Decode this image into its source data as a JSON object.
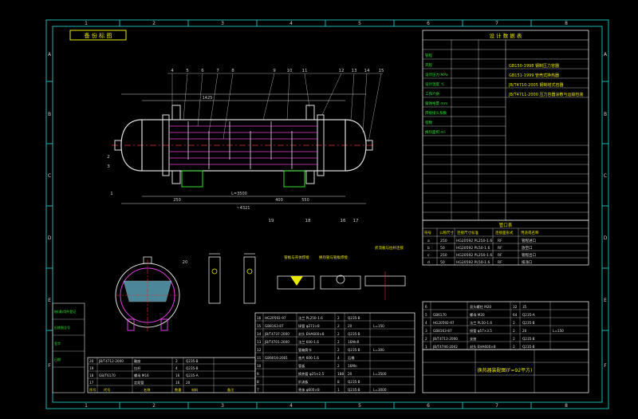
{
  "frame": {
    "col_numbers": [
      "1",
      "2",
      "3",
      "4",
      "5",
      "6",
      "7",
      "8"
    ],
    "row_letters": [
      "A",
      "B",
      "C",
      "D",
      "E",
      "F"
    ]
  },
  "stamp": {
    "text": "备 份 标 图"
  },
  "tech_table": {
    "title": "设 计 数 据 表",
    "rows": [
      "GB150-1998 钢制压力容器",
      "GB151-1999 管壳式换热器",
      "JB/T4710-2005 钢制塔式容器",
      "JB/T4711-2000 压力容器涂敷与运输包装"
    ],
    "label_rows": [
      "管程",
      "壳程",
      "设计压力 MPa",
      "设计温度 ℃",
      "工作介质",
      "腐蚀裕量 mm",
      "焊接接头系数",
      "程数",
      "换热面积 m²"
    ]
  },
  "nozzle_table": {
    "title": "管口表",
    "header": [
      "符号",
      "公称尺寸",
      "连接尺寸标准",
      "连接面形式",
      "用途或名称"
    ],
    "rows": [
      [
        "a",
        "250",
        "HG20592 PL250-1.6",
        "RF",
        "管程进口"
      ],
      [
        "b",
        "50",
        "HG20592 PL50-1.6",
        "RF",
        "放空口"
      ],
      [
        "c",
        "250",
        "HG20592 PL250-1.6",
        "RF",
        "管程出口"
      ],
      [
        "d",
        "50",
        "HG20592 PL50-1.6",
        "RF",
        "排净口"
      ]
    ]
  },
  "title_block": {
    "drawing_name": "换热器装配图(F=92平方)"
  },
  "views": {
    "section_labels": [
      "管板与壳体焊接",
      "换热管与管板焊接",
      "折流板与拉杆连接"
    ],
    "dims": [
      "L=3500",
      "~4321",
      "1425",
      "250",
      "550",
      "400"
    ],
    "callouts": [
      "1",
      "2",
      "3",
      "4",
      "5",
      "6",
      "7",
      "8",
      "9",
      "10",
      "11",
      "12",
      "13",
      "14",
      "15",
      "16",
      "17",
      "18",
      "19",
      "20"
    ]
  },
  "bom_lower": {
    "headers": [
      "序号",
      "代号",
      "名称",
      "数量",
      "材料",
      "备注"
    ],
    "rows": [
      [
        "20",
        "JB/T4712-2000",
        "鞍座",
        "2",
        "Q235-B",
        ""
      ],
      [
        "19",
        "",
        "拉杆",
        "4",
        "Q235-B",
        ""
      ],
      [
        "18",
        "GB/T6170",
        "螺母 M16",
        "16",
        "Q235-A",
        ""
      ],
      [
        "17",
        "",
        "定距管",
        "16",
        "20",
        ""
      ]
    ]
  },
  "bom_mid": {
    "rows": [
      [
        "16",
        "HG20592-97",
        "法兰 PL250-1.6",
        "2",
        "Q235-B",
        ""
      ],
      [
        "15",
        "GB8163-87",
        "接管 φ273×8",
        "2",
        "20",
        "L=150"
      ],
      [
        "14",
        "JB/T4737-2000",
        "封头 EHA600×8",
        "2",
        "Q235-B",
        ""
      ],
      [
        "13",
        "JB/T4701-2000",
        "法兰 600-1.6",
        "2",
        "16MnR",
        ""
      ],
      [
        "12",
        "",
        "管箱筒节",
        "2",
        "Q235-B",
        "L=300"
      ],
      [
        "11",
        "GB9019-2001",
        "垫片 600-1.6",
        "4",
        "石棉",
        ""
      ],
      [
        "10",
        "",
        "管板",
        "2",
        "16Mn",
        ""
      ],
      [
        "9",
        "",
        "换热管 φ25×2.5",
        "188",
        "20",
        "L=3500"
      ],
      [
        "8",
        "",
        "折流板",
        "8",
        "Q235-B",
        ""
      ],
      [
        "7",
        "",
        "壳体 φ600×8",
        "1",
        "Q235-B",
        "L=3000"
      ]
    ]
  },
  "bom_right": {
    "rows": [
      [
        "6",
        "",
        "双头螺柱 M20",
        "32",
        "35",
        ""
      ],
      [
        "5",
        "GB6170",
        "螺母 M20",
        "64",
        "Q235-A",
        ""
      ],
      [
        "4",
        "HG20592-97",
        "法兰 PL50-1.6",
        "2",
        "Q235-B",
        ""
      ],
      [
        "3",
        "GB8163-87",
        "接管 φ57×3.5",
        "2",
        "20",
        "L=150"
      ],
      [
        "2",
        "JB/T4712-2000",
        "支座",
        "2",
        "Q235-B",
        ""
      ],
      [
        "1",
        "JB/T4746-2002",
        "封头 EHA600×8",
        "2",
        "Q235-B",
        ""
      ]
    ]
  },
  "left_strip": [
    "借(通)用件登记",
    "旧底图总号",
    "签字",
    "日期"
  ]
}
